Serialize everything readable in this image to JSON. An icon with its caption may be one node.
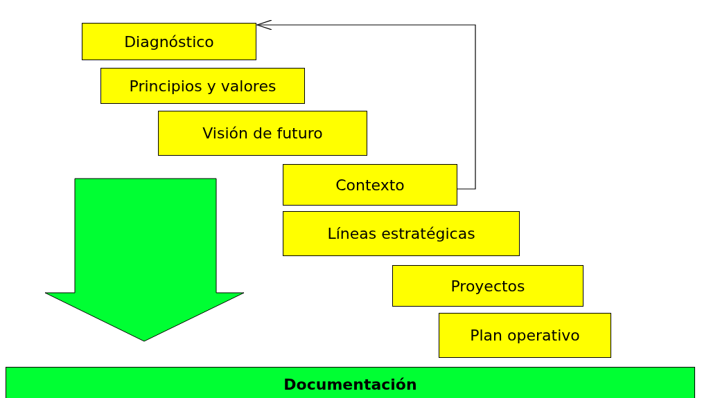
{
  "diagram": {
    "nodes": [
      {
        "text": [
          "Diagnóstico"
        ]
      },
      {
        "text": [
          "Principios y valores"
        ]
      },
      {
        "text": [
          "Visión de futuro"
        ]
      },
      {
        "text": [
          "Contexto"
        ]
      },
      {
        "text": [
          "Líneas estratégicas"
        ]
      },
      {
        "text": [
          "Proyectos"
        ]
      },
      {
        "text": [
          "Plan operativo"
        ]
      },
      {
        "text": [
          "Documentación"
        ]
      }
    ],
    "edges": [
      {
        "from": 3,
        "to": 0,
        "arrow": "to"
      }
    ]
  }
}
